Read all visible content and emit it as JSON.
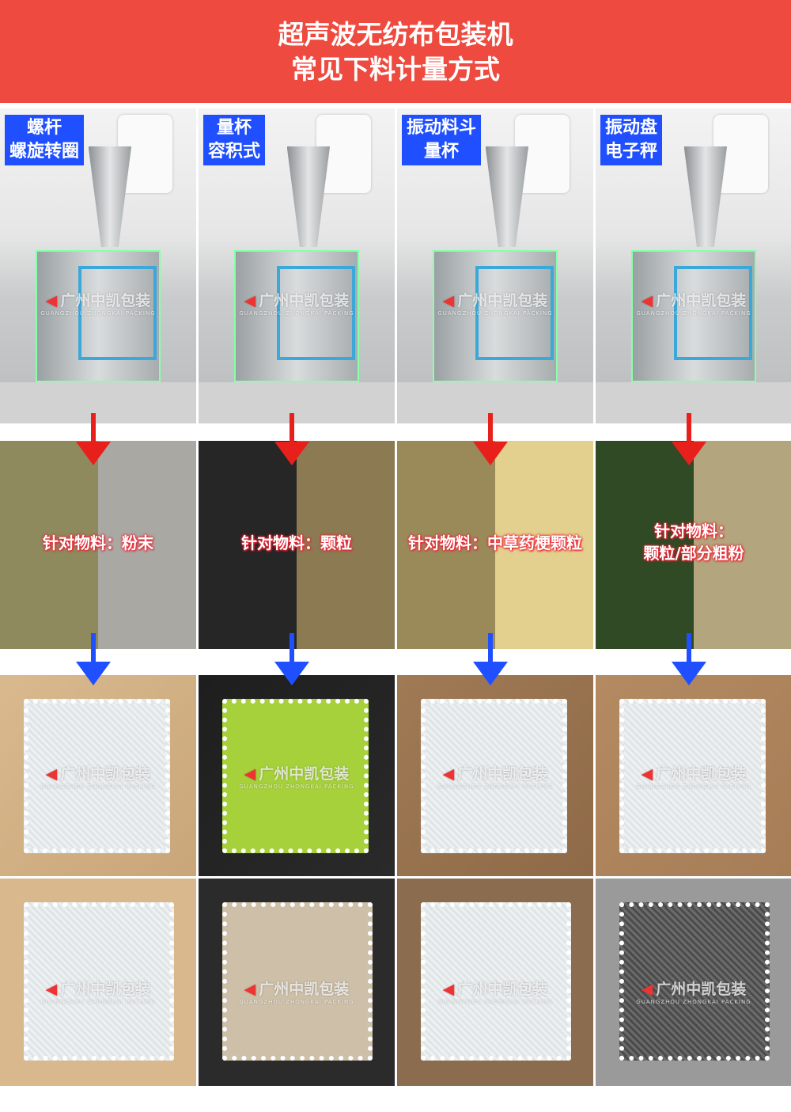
{
  "header": {
    "line1": "超声波无纺布包装机",
    "line2": "常见下料计量方式"
  },
  "watermark": {
    "cn": "广州中凯包装",
    "en": "GUANGZHOU ZHONGKAI PACKING"
  },
  "columns": [
    {
      "method_line1": "螺杆",
      "method_line2": "螺旋转圈",
      "material": "针对物料：粉末",
      "mat_colors": [
        "#8e8a5e",
        "#a9a8a2"
      ]
    },
    {
      "method_line1": "量杯",
      "method_line2": "容积式",
      "material": "针对物料：颗粒",
      "mat_colors": [
        "#262626",
        "#8c7a52"
      ]
    },
    {
      "method_line1": "振动料斗",
      "method_line2": "量杯",
      "material": "针对物料：中草药梗颗粒",
      "mat_colors": [
        "#9a8a5a",
        "#e3cf8e"
      ]
    },
    {
      "method_line1": "振动盘",
      "method_line2": "电子秤",
      "material_line1": "针对物料：",
      "material_line2": "颗粒/部分粗粉",
      "mat_colors": [
        "#2f4a25",
        "#b3a57d"
      ]
    }
  ],
  "colors": {
    "header": "#ee4a3f",
    "tag": "#1f4fff",
    "red_arrow": "#e8201c",
    "blue_arrow": "#1f4fff"
  }
}
